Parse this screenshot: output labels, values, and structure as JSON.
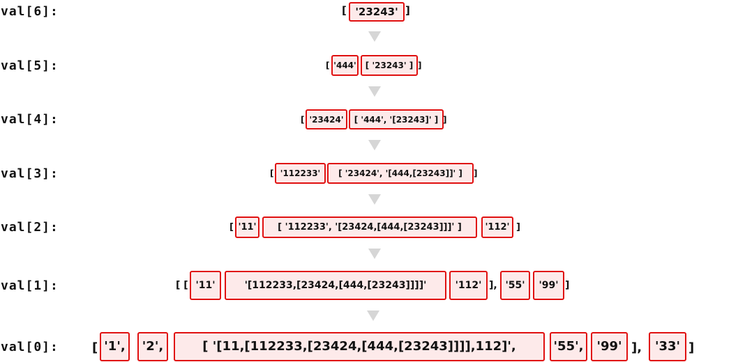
{
  "rows": [
    {
      "label": "val[6]:",
      "open": "[",
      "b1": "'23243'",
      "close": "]"
    },
    {
      "label": "val[5]:",
      "open": "[",
      "b1": "'444'",
      "b2": "[ '23243' ]",
      "close": "]"
    },
    {
      "label": "val[4]:",
      "open": "[",
      "b1": "'23424'",
      "b2": "[ '444', '[23243]' ]",
      "close": "]"
    },
    {
      "label": "val[3]:",
      "open": "[",
      "b1": "'112233'",
      "b2": "[ '23424', '[444,[23243]]' ]",
      "close": "]"
    },
    {
      "label": "val[2]:",
      "open": "[",
      "b1": "'11'",
      "b2": "[ '112233', '[23424,[444,[23243]]]' ]",
      "b3": "'112'",
      "close": "]"
    },
    {
      "label": "val[1]:",
      "open": "[ [",
      "b1": "'11'",
      "b2": "'[112233,[23424,[444,[23243]]]]'",
      "b3": "'112'",
      "mid": "],",
      "b4": "'55'",
      "b5": "'99'",
      "close": "]"
    },
    {
      "label": "val[0]:",
      "open": "[",
      "b1": "'1',",
      "b2": "'2',",
      "b3": "[ '[11,[112233,[23424,[444,[23243]]]],112]',",
      "b4": "'55',",
      "b5": "'99'",
      "mid": "],",
      "b6": "'33'",
      "close": "]"
    }
  ],
  "colors": {
    "box_border": "#e01010",
    "box_fill": "#fdeaea",
    "arrow": "#d6d6d6"
  }
}
